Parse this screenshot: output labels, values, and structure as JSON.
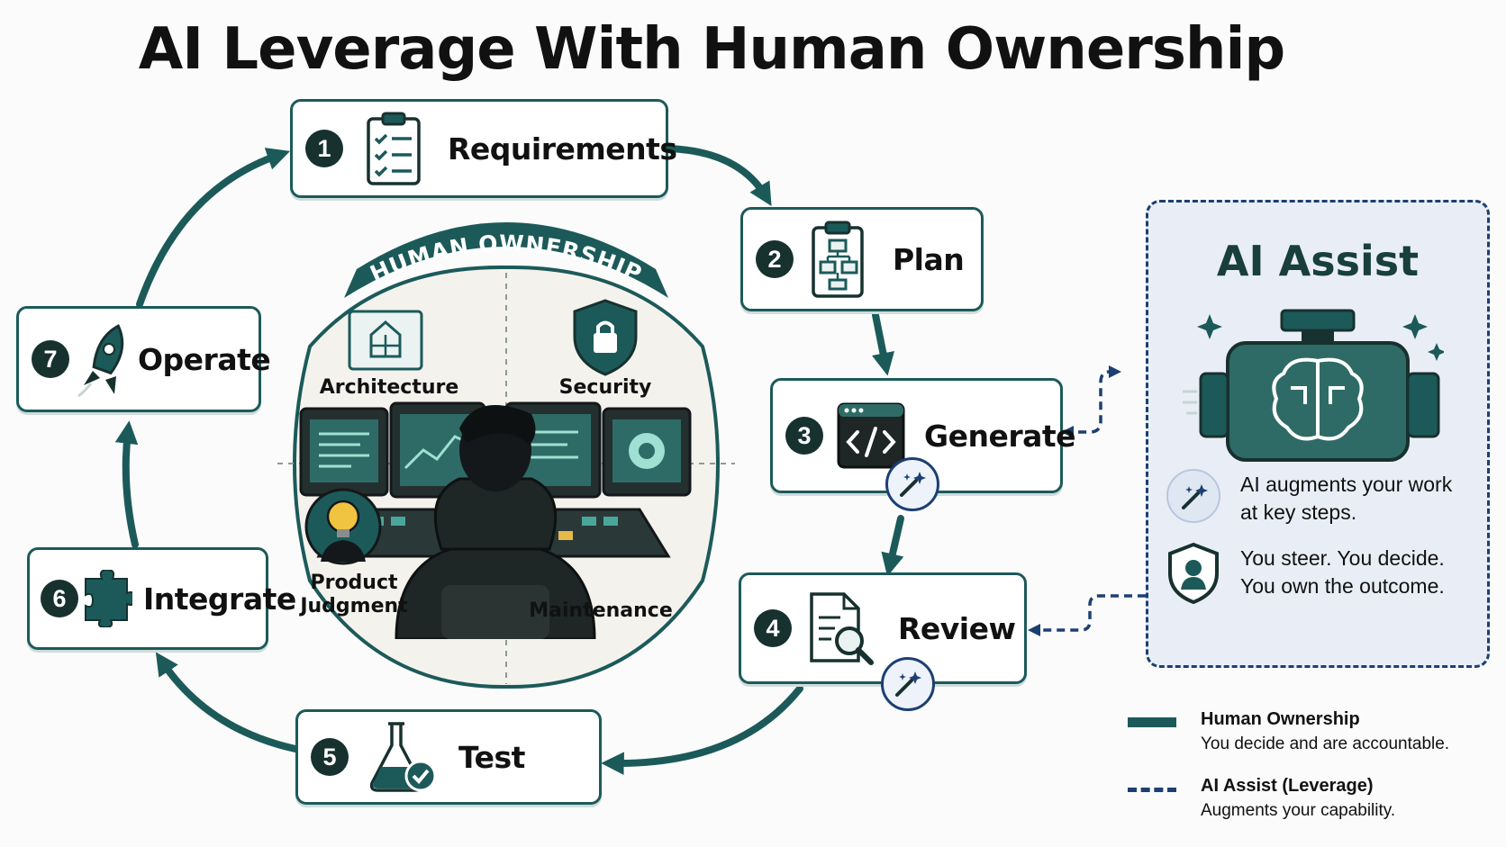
{
  "title": "AI Leverage With Human Ownership",
  "steps": [
    {
      "number": "1",
      "label": "Requirements",
      "icon": "clipboard-checklist-icon"
    },
    {
      "number": "2",
      "label": "Plan",
      "icon": "clipboard-flowchart-icon"
    },
    {
      "number": "3",
      "label": "Generate",
      "icon": "code-window-icon"
    },
    {
      "number": "4",
      "label": "Review",
      "icon": "document-search-icon"
    },
    {
      "number": "5",
      "label": "Test",
      "icon": "flask-check-icon"
    },
    {
      "number": "6",
      "label": "Integrate",
      "icon": "puzzle-piece-icon"
    },
    {
      "number": "7",
      "label": "Operate",
      "icon": "rocket-icon"
    }
  ],
  "human_ownership": {
    "banner": "HUMAN OWNERSHIP",
    "areas": [
      {
        "label": "Architecture",
        "icon": "blueprint-icon"
      },
      {
        "label": "Security",
        "icon": "shield-lock-icon"
      },
      {
        "label": "Product\nJudgment",
        "icon": "lightbulb-head-icon"
      },
      {
        "label": "Maintenance",
        "icon": "control-console-icon"
      }
    ]
  },
  "ai_assist": {
    "title": "AI Assist",
    "icon": "ai-engine-brain-icon",
    "items": [
      {
        "icon": "magic-wand-icon",
        "text": "AI augments your work\nat key steps."
      },
      {
        "icon": "shield-user-icon",
        "text": "You steer. You decide.\nYou own the outcome."
      }
    ]
  },
  "legend": [
    {
      "style": "solid",
      "title": "Human Ownership",
      "description": "You decide and are accountable."
    },
    {
      "style": "dashed",
      "title": "AI Assist (Leverage)",
      "description": "Augments your capability."
    }
  ],
  "colors": {
    "teal": "#1c5a5a",
    "navy": "#1c3f73",
    "dark": "#17312f"
  }
}
